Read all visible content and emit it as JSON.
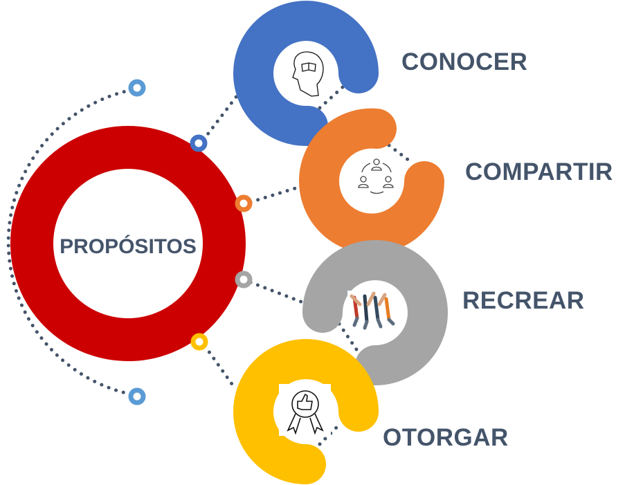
{
  "center": {
    "label": "PROPÓSITOS",
    "color": "#CC0000"
  },
  "items": [
    {
      "label": "CONOCER",
      "color": "#4472C4",
      "icon": "head-book-icon"
    },
    {
      "label": "COMPARTIR",
      "color": "#ED7D31",
      "icon": "people-cycle-icon"
    },
    {
      "label": "RECREAR",
      "color": "#A5A5A5",
      "icon": "celebrating-people-icon"
    },
    {
      "label": "OTORGAR",
      "color": "#FFC000",
      "icon": "thumbs-up-award-icon"
    }
  ],
  "connector_color": "#44546A",
  "endpoint_color": "#5B9BD5"
}
